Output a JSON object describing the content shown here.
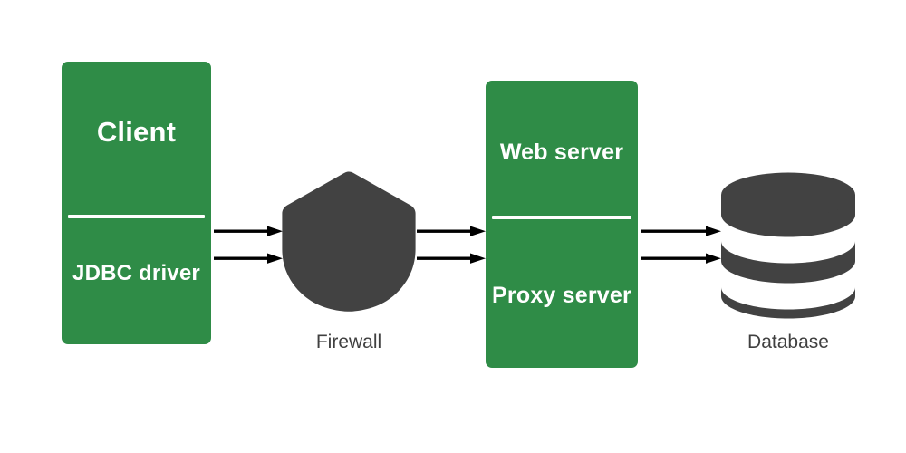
{
  "diagram": {
    "title": "JDBC client to database connection flow",
    "background_color": "#ffffff",
    "accent_green": "#2F8C47",
    "dark_gray": "#424242",
    "caption_gray": "#404040",
    "arrow_color": "#000000"
  },
  "nodes": {
    "client_box": {
      "top_label": "Client",
      "bottom_label": "JDBC driver",
      "fill": "#2F8C47"
    },
    "server_box": {
      "top_label": "Web server",
      "bottom_label": "Proxy server",
      "fill": "#2F8C47"
    }
  },
  "figures": {
    "firewall": {
      "caption": "Firewall",
      "icon": "shield-icon",
      "fill": "#424242"
    },
    "database": {
      "caption": "Database",
      "icon": "database-cylinder-icon",
      "fill": "#424242"
    }
  },
  "connections": [
    {
      "name": "client-to-firewall",
      "from": "JDBC driver",
      "to": "Firewall",
      "arrow_count": 2,
      "direction": "right"
    },
    {
      "name": "firewall-to-server",
      "from": "Firewall",
      "to": "Proxy server",
      "arrow_count": 2,
      "direction": "right"
    },
    {
      "name": "server-to-database",
      "from": "Proxy server",
      "to": "Database",
      "arrow_count": 2,
      "direction": "right"
    }
  ]
}
